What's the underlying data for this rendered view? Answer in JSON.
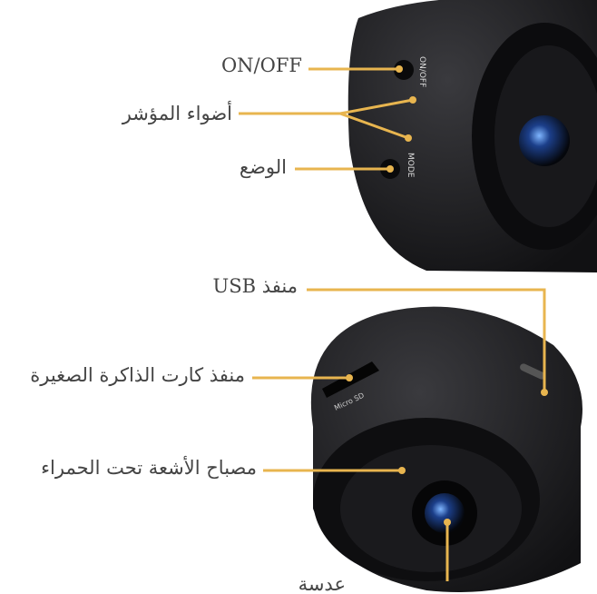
{
  "colors": {
    "leader": "#e8b54f",
    "text": "#444444",
    "body": "#1b1b1d"
  },
  "labels": {
    "on_off": "ON/OFF",
    "indicator_lights": "أضواء المؤشر",
    "mode": "الوضع",
    "usb_port": "منفذ USB",
    "micro_sd_slot": "منفذ كارت الذاكرة الصغيرة",
    "ir_lamp": "مصباح الأشعة تحت الحمراء",
    "lens": "عدسة"
  },
  "device_print": {
    "on_off": "ON/OFF",
    "mode": "MODE",
    "micro_sd": "Micro SD"
  }
}
